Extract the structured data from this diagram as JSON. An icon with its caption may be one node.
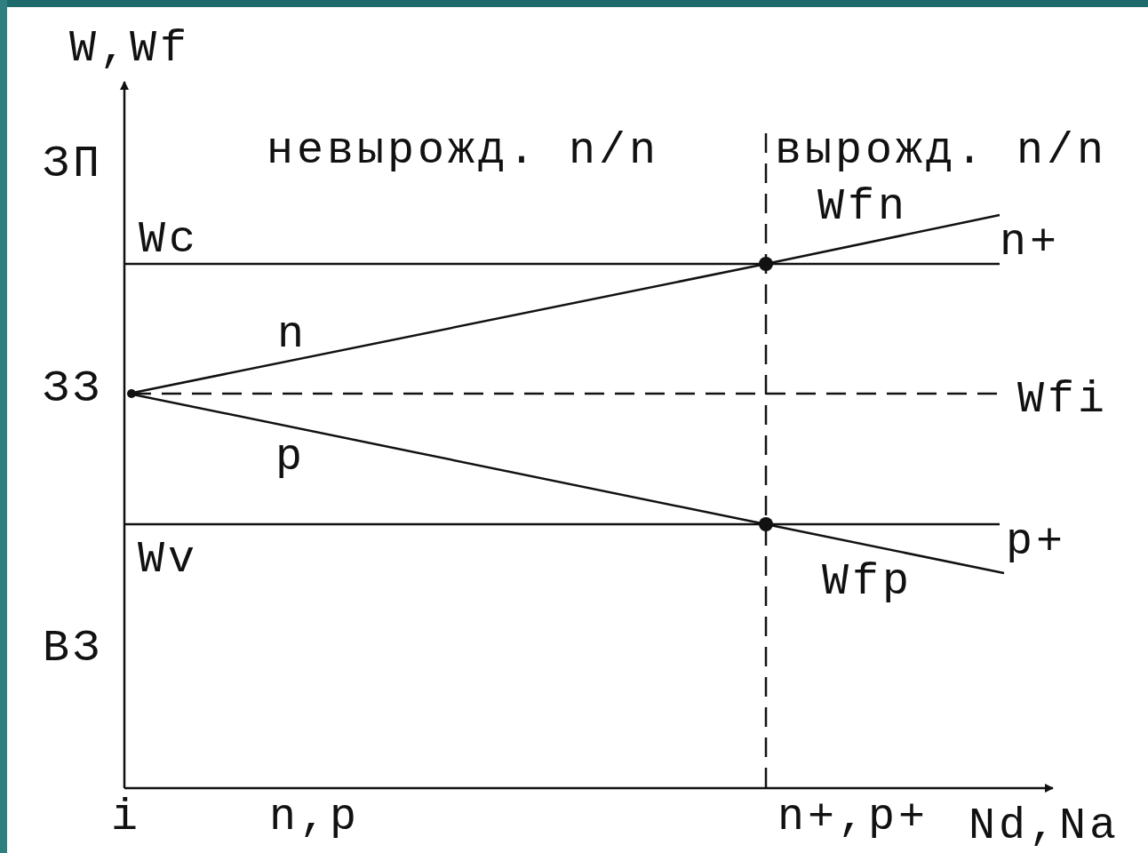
{
  "diagram": {
    "labels": [
      "W,Wf",
      "ЗП",
      "невырожд. n/n",
      "вырожд. n/n",
      "Wfn",
      "Wc",
      "n+",
      "n",
      "ЗЗ",
      "Wfi",
      "p",
      "Wv",
      "p+",
      "Wfp",
      "ВЗ",
      "i",
      "n,p",
      "n+,p+",
      "Nd,Na"
    ]
  }
}
